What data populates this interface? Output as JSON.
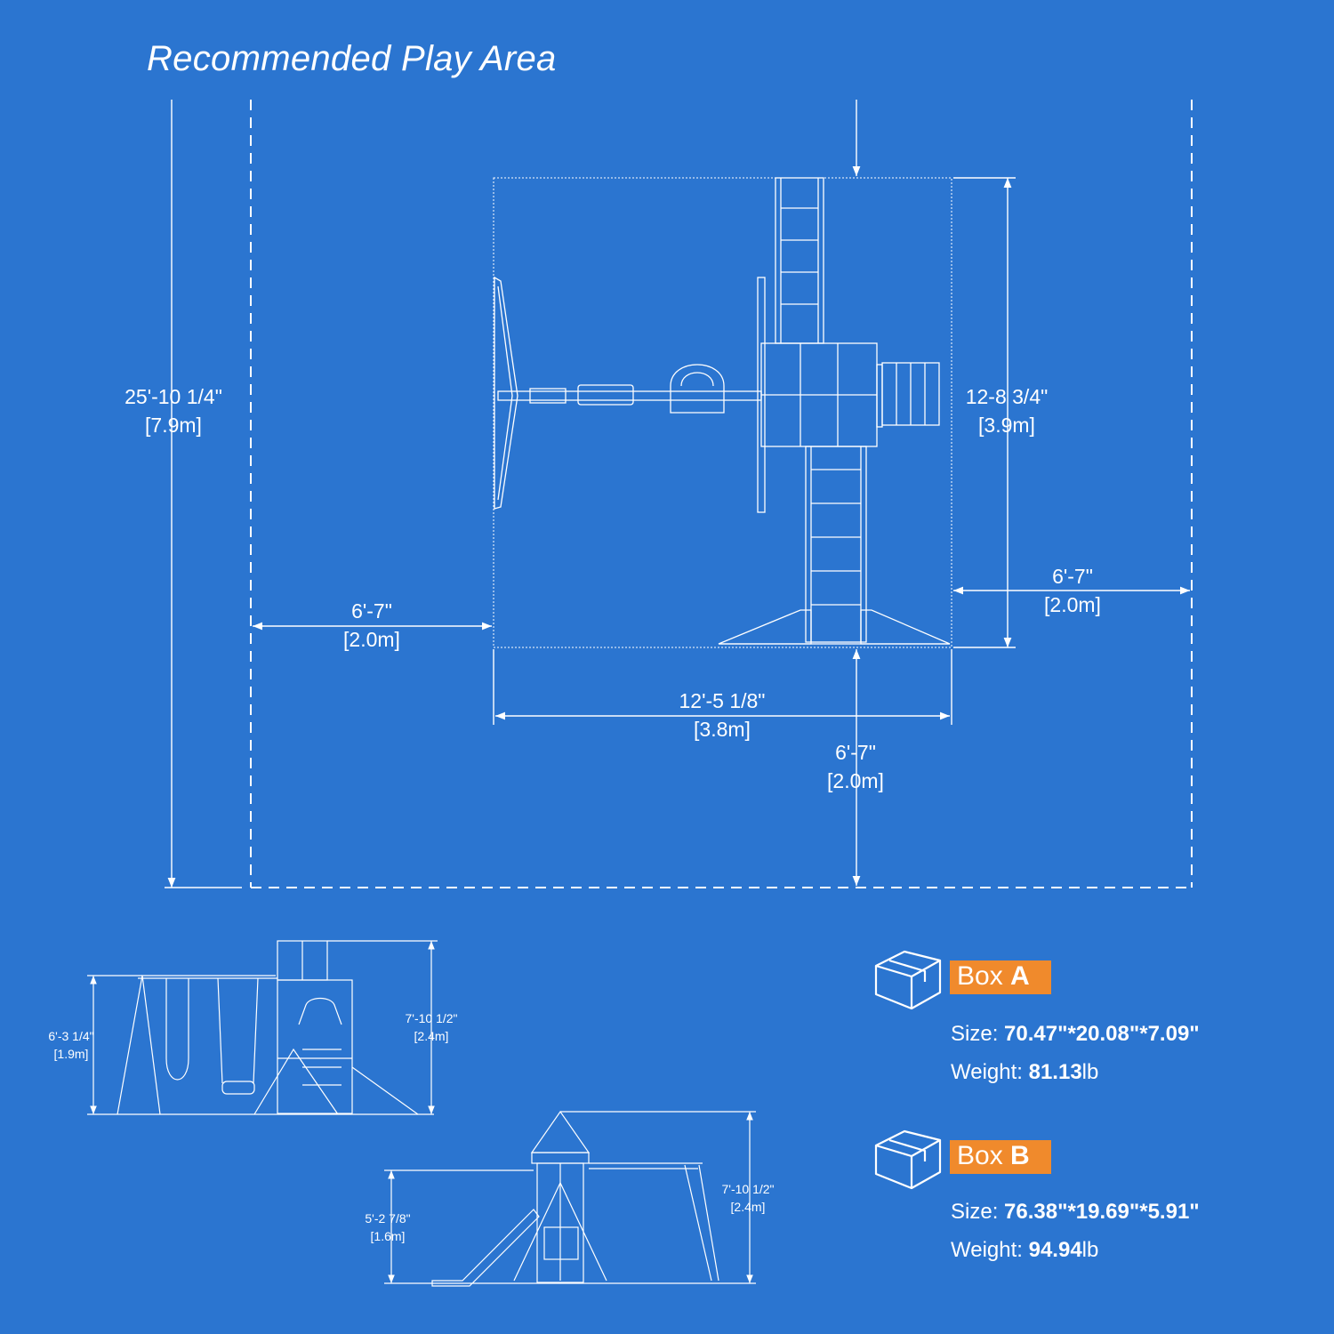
{
  "title": "Recommended Play Area",
  "dimensions": {
    "total_height": {
      "imperial": "25'-10 1/4\"",
      "metric": "[7.9m]"
    },
    "structure_depth": {
      "imperial": "12-8 3/4\"",
      "metric": "[3.9m]"
    },
    "left_clearance": {
      "imperial": "6'-7\"",
      "metric": "[2.0m]"
    },
    "right_clearance": {
      "imperial": "6'-7\"",
      "metric": "[2.0m]"
    },
    "bottom_clearance": {
      "imperial": "6'-7\"",
      "metric": "[2.0m]"
    },
    "structure_width": {
      "imperial": "12'-5 1/8\"",
      "metric": "[3.8m]"
    }
  },
  "side_view": {
    "swing_height": {
      "imperial": "6'-3 1/4\"",
      "metric": "[1.9m]"
    },
    "tower_height": {
      "imperial": "7'-10 1/2\"",
      "metric": "[2.4m]"
    }
  },
  "front_view": {
    "deck_height": {
      "imperial": "5'-2 7/8\"",
      "metric": "[1.6m]"
    },
    "tower_height": {
      "imperial": "7'-10 1/2\"",
      "metric": "[2.4m]"
    }
  },
  "boxes": [
    {
      "label": "Box",
      "letter": "A",
      "size_label": "Size: ",
      "size_value": "70.47\"*20.08\"*7.09\"",
      "weight_label": "Weight: ",
      "weight_value": "81.13",
      "weight_unit": "lb"
    },
    {
      "label": "Box",
      "letter": "B",
      "size_label": "Size: ",
      "size_value": "76.38\"*19.69\"*5.91\"",
      "weight_label": "Weight: ",
      "weight_value": "94.94",
      "weight_unit": "lb"
    }
  ],
  "colors": {
    "background": "#2b75d0",
    "line": "#ffffff",
    "tag": "#f08a2c"
  },
  "icons": [
    "box-icon"
  ]
}
